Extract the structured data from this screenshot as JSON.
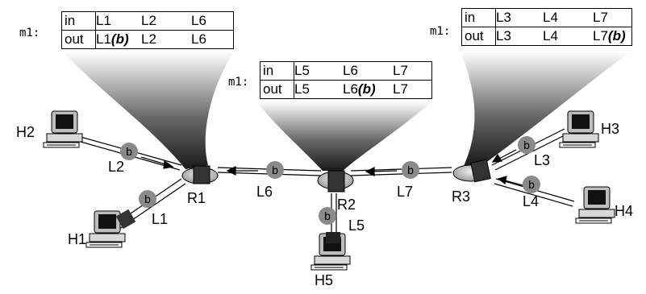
{
  "tables": [
    {
      "label": "m1:",
      "in_label": "in",
      "out_label": "out",
      "in_links": [
        "L1",
        "L2",
        "L6"
      ],
      "out_links": [
        "L1",
        "L2",
        "L6"
      ],
      "out_tag_index": 0,
      "tag": "(b)"
    },
    {
      "label": "m1:",
      "in_label": "in",
      "out_label": "out",
      "in_links": [
        "L5",
        "L6",
        "L7"
      ],
      "out_links": [
        "L5",
        "L6",
        "L7"
      ],
      "out_tag_index": 1,
      "tag": "(b)"
    },
    {
      "label": "m1:",
      "in_label": "in",
      "out_label": "out",
      "in_links": [
        "L3",
        "L4",
        "L7"
      ],
      "out_links": [
        "L3",
        "L4",
        "L7"
      ],
      "out_tag_index": 2,
      "tag": "(b)"
    }
  ],
  "routers": [
    "R1",
    "R2",
    "R3"
  ],
  "hosts": [
    "H1",
    "H2",
    "H3",
    "H4",
    "H5"
  ],
  "links": [
    "L1",
    "L2",
    "L3",
    "L4",
    "L5",
    "L6",
    "L7"
  ],
  "packet_label": "b",
  "colors": {
    "packet": "#8a8a8a",
    "router_disk": "#c8c8c8",
    "switch_box": "#333333",
    "cone": "#555555"
  }
}
